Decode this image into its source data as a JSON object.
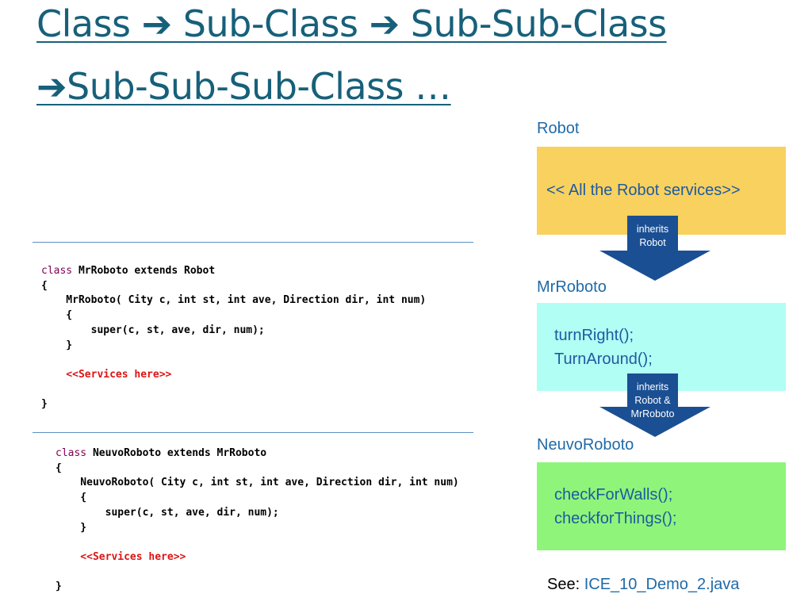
{
  "title": {
    "line1": "Class ➔ Sub-Class ➔ Sub-Sub-Class",
    "line2": "➔Sub-Sub-Sub-Class …"
  },
  "code1": {
    "l1_kw": "class",
    "l1_rest": " MrRoboto extends Robot",
    "l2": "{",
    "l3": "    MrRoboto( City c, int st, int ave, Direction dir, int num)",
    "l4": "    {",
    "l5": "        super(c, st, ave, dir, num);",
    "l6": "    }",
    "l7": "",
    "l8": "    <<Services here>>",
    "l9": "",
    "l10": "}"
  },
  "code2": {
    "l1_kw": "class",
    "l1_rest": " NeuvoRoboto extends MrRoboto",
    "l2": "{",
    "l3": "    NeuvoRoboto( City c, int st, int ave, Direction dir, int num)",
    "l4": "    {",
    "l5": "        super(c, st, ave, dir, num);",
    "l6": "    }",
    "l7": "",
    "l8": "    <<Services here>>",
    "l9": "",
    "l10": "}"
  },
  "diagram": {
    "robot_label": "Robot",
    "robot_box": "<< All the Robot services>>",
    "arrow1_line1": "inherits",
    "arrow1_line2": "Robot",
    "mrroboto_label": "MrRoboto",
    "mrroboto_line1": "turnRight();",
    "mrroboto_line2": "TurnAround();",
    "arrow2_line1": "inherits",
    "arrow2_line2": "Robot &",
    "arrow2_line3": "MrRoboto",
    "neuvo_label": "NeuvoRoboto",
    "neuvo_line1": "checkForWalls();",
    "neuvo_line2": "checkforThings();",
    "colors": {
      "robot_box": "#f9d15e",
      "mrroboto_box": "#b1fef4",
      "neuvo_box": "#8ef57a",
      "arrow": "#1b4f93"
    }
  },
  "see": {
    "label": "See: ",
    "link": "ICE_10_Demo_2.java"
  }
}
